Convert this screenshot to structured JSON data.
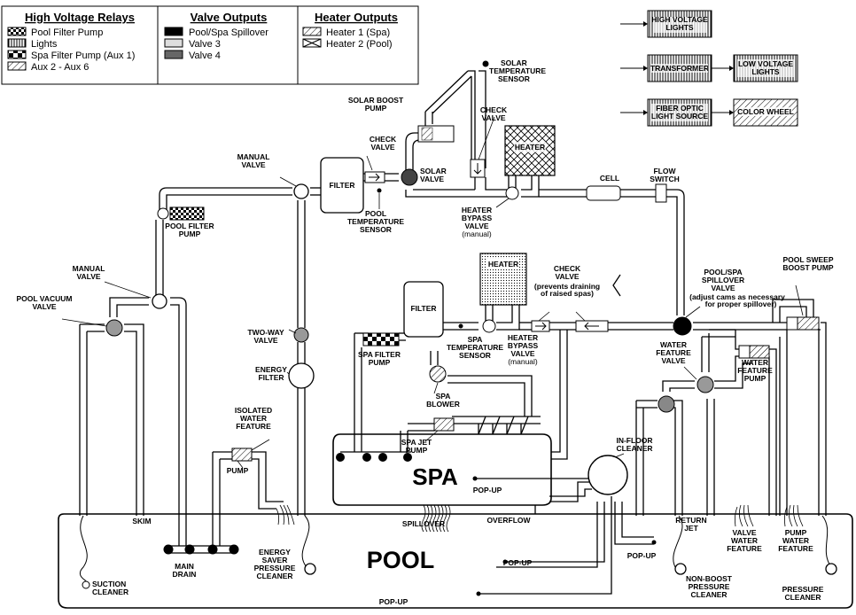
{
  "legend": {
    "high_voltage": {
      "title": "High Voltage Relays",
      "items": [
        "Pool Filter Pump",
        "Lights",
        "Spa Filter Pump (Aux 1)",
        "Aux 2 - Aux 6"
      ]
    },
    "valve_outputs": {
      "title": "Valve Outputs",
      "items": [
        "Pool/Spa Spillover",
        "Valve 3",
        "Valve 4"
      ]
    },
    "heater_outputs": {
      "title": "Heater Outputs",
      "items": [
        "Heater 1 (Spa)",
        "Heater 2 (Pool)"
      ]
    }
  },
  "boxes": {
    "hv_lights": "HIGH VOLTAGE LIGHTS",
    "transformer": "TRANSFORMER",
    "lv_lights": "LOW VOLTAGE LIGHTS",
    "fiber_optic": "FIBER OPTIC LIGHT SOURCE",
    "color_wheel": "COLOR WHEEL"
  },
  "labels": {
    "solar_temp_sensor": "SOLAR TEMPERATURE SENSOR",
    "solar_boost_pump": "SOLAR BOOST PUMP",
    "check_valve_top": "CHECK VALVE",
    "check_valve_solar": "CHECK VALVE",
    "heater_top": "HEATER",
    "manual_valve_top": "MANUAL VALVE",
    "filter_pool": "FILTER",
    "solar_valve": "SOLAR VALVE",
    "cell": "CELL",
    "flow_switch": "FLOW SWITCH",
    "pool_filter_pump": "POOL FILTER PUMP",
    "pool_temp_sensor": "POOL TEMPERATURE SENSOR",
    "heater_bypass_top": "HEATER BYPASS VALVE (manual)",
    "pool_sweep_boost_pump": "POOL SWEEP BOOST PUMP",
    "manual_valve_left": "MANUAL VALVE",
    "pool_vacuum_valve": "POOL VACUUM VALVE",
    "heater_spa": "HEATER",
    "check_valve_spa": "CHECK VALVE",
    "check_valve_note": "(prevents draining of raised spas)",
    "pool_spa_spillover_valve": "POOL/SPA SPILLOVER VALVE",
    "spillover_note": "(adjust cams as necessary for proper spillover)",
    "filter_spa": "FILTER",
    "two_way_valve": "TWO-WAY VALVE",
    "spa_filter_pump": "SPA FILTER PUMP",
    "spa_temp_sensor": "SPA TEMPERATURE SENSOR",
    "heater_bypass_spa": "HEATER BYPASS VALVE (manual)",
    "water_feature_valve": "WATER FEATURE VALVE",
    "water_feature_pump": "WATER FEATURE PUMP",
    "energy_filter": "ENERGY FILTER",
    "spa_blower": "SPA BLOWER",
    "isolated_water_feature": "ISOLATED WATER FEATURE",
    "pump": "PUMP",
    "spa_jet_pump": "SPA JET PUMP",
    "in_floor_cleaner": "IN-FLOOR CLEANER",
    "spa": "SPA",
    "pop_up_spa": "POP-UP",
    "skim": "SKIM",
    "spillover": "SPILLOVER",
    "overflow": "OVERFLOW",
    "return_jet": "RETURN JET",
    "valve_water_feature": "VALVE WATER FEATURE",
    "pump_water_feature": "PUMP WATER FEATURE",
    "pool": "POOL",
    "main_drain": "MAIN DRAIN",
    "energy_saver_pressure_cleaner": "ENERGY SAVER PRESSURE CLEANER",
    "pop_up_1": "POP-UP",
    "pop_up_2": "POP-UP",
    "pop_up_3": "POP-UP",
    "non_boost_pressure_cleaner": "NON-BOOST PRESSURE CLEANER",
    "pressure_cleaner": "PRESSURE CLEANER",
    "suction_cleaner": "SUCTION CLEANER"
  }
}
